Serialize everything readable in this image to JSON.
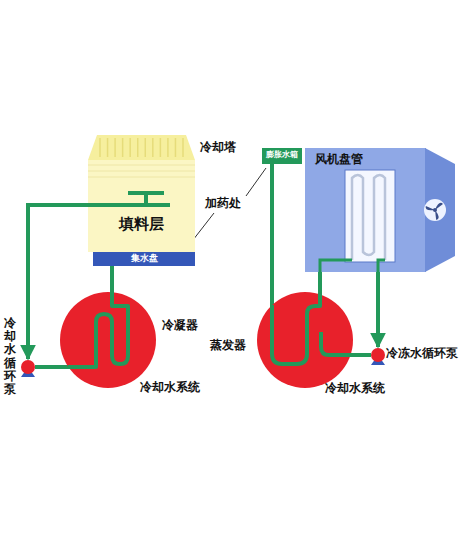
{
  "diagram": {
    "nodes": [
      {
        "text": [
          "冷却塔",
          "填料层"
        ]
      },
      {
        "text": [
          "集水盘"
        ]
      },
      {
        "text": [
          "冷凝器",
          "冷却水系统"
        ]
      },
      {
        "text": [
          "冷却水循环泵"
        ]
      },
      {
        "text": [
          "膨胀水箱"
        ]
      },
      {
        "text": [
          "风机盘管"
        ]
      },
      {
        "text": [
          "蒸发器",
          "冷却水系统"
        ]
      },
      {
        "text": [
          "冷冻水循环泵"
        ]
      }
    ],
    "edges": [
      {
        "from": 0,
        "to": 3,
        "arrow": "to"
      },
      {
        "from": 3,
        "to": 2,
        "arrow": "none"
      },
      {
        "from": 1,
        "to": 2,
        "arrow": "none"
      },
      {
        "from": 4,
        "to": 6,
        "arrow": "none"
      },
      {
        "from": 6,
        "to": 5,
        "arrow": "none"
      },
      {
        "from": 5,
        "to": 7,
        "arrow": "to"
      },
      {
        "from": 7,
        "to": 6,
        "arrow": "none"
      }
    ],
    "labels": [
      "加药处"
    ]
  }
}
